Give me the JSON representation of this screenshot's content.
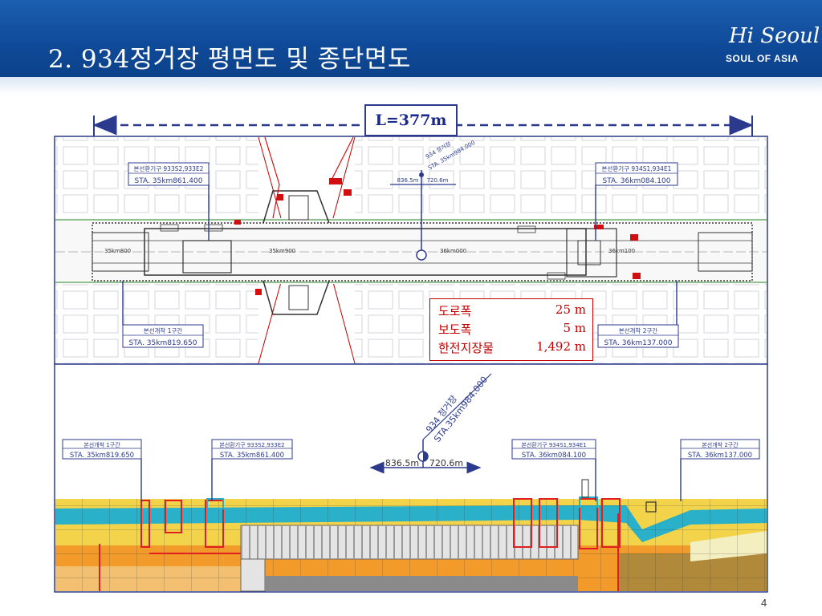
{
  "slide": {
    "title": "2. 934정거장 평면도 및 종단면도",
    "page_number": "4"
  },
  "logo": {
    "main": "Hi Seoul",
    "sub": "SOUL OF ASIA"
  },
  "dimension": {
    "label": "L=377m"
  },
  "legend": {
    "rows": [
      {
        "key": "도로폭",
        "value": "25 m"
      },
      {
        "key": "보도폭",
        "value": "5 m"
      },
      {
        "key": "한전지장물",
        "value": "1,492 m"
      }
    ]
  },
  "plan": {
    "labels": {
      "vent_933": {
        "title": "본선환기구 933S2,933E2",
        "sta": "STA. 35km861.400"
      },
      "vent_934": {
        "title": "본선환기구 934S1,934E1",
        "sta": "STA. 36km084.100"
      },
      "open_1": {
        "title": "본선개착 1구간",
        "sta": "STA. 35km819.650"
      },
      "open_2": {
        "title": "본선개착 2구간",
        "sta": "STA. 36km137.000"
      }
    },
    "station_marker": {
      "name": "934 정거장",
      "sta": "STA. 35km984.000",
      "left": "836.5m",
      "right": "720.6m"
    },
    "chainage": [
      "35km800",
      "35km900",
      "36km000",
      "36km100"
    ]
  },
  "section": {
    "labels": {
      "open_1": {
        "title": "본선개착 1구간",
        "sta": "STA. 35km819.650"
      },
      "vent_933": {
        "title": "본선환기구 933S2,933E2",
        "sta": "STA. 35km861.400"
      },
      "vent_934": {
        "title": "본선환기구 934S1,934E1",
        "sta": "STA. 36km084.100"
      },
      "open_2": {
        "title": "본선개착 2구간",
        "sta": "STA. 36km137.000"
      }
    },
    "station_marker": {
      "name": "934 정거장",
      "sta": "STA.35km984.000",
      "left": "836.5m",
      "right": "720.6m"
    }
  },
  "colors": {
    "header": "#0f4a98",
    "frame": "#2b3a8c",
    "legend_text": "#c00000",
    "aquifer": "#2ab0c8",
    "soil_yellow": "#f2d34a",
    "soil_orange": "#f29b2a",
    "structure_red": "#e02020"
  }
}
